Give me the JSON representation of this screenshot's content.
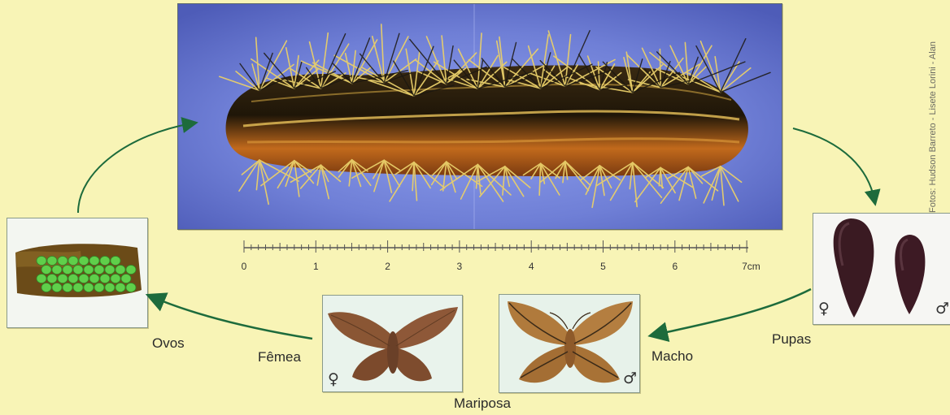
{
  "labels": {
    "eggs": "Ovos",
    "female": "Fêmea",
    "male": "Macho",
    "pupae": "Pupas",
    "moth": "Mariposa"
  },
  "credit": "Fotos: Hudson Barreto - Lisete Lorini - Alan",
  "ruler": {
    "tick_labels": [
      "0",
      "1",
      "2",
      "3",
      "4",
      "5",
      "6",
      "7cm"
    ],
    "unit": "cm",
    "max": 7
  },
  "sex_symbols": {
    "female": "♀",
    "male": "♂"
  },
  "colors": {
    "background": "#f8f4b6",
    "arrow": "#1d6b3c",
    "caterpillar_backdrop": "#6f7fd6"
  }
}
